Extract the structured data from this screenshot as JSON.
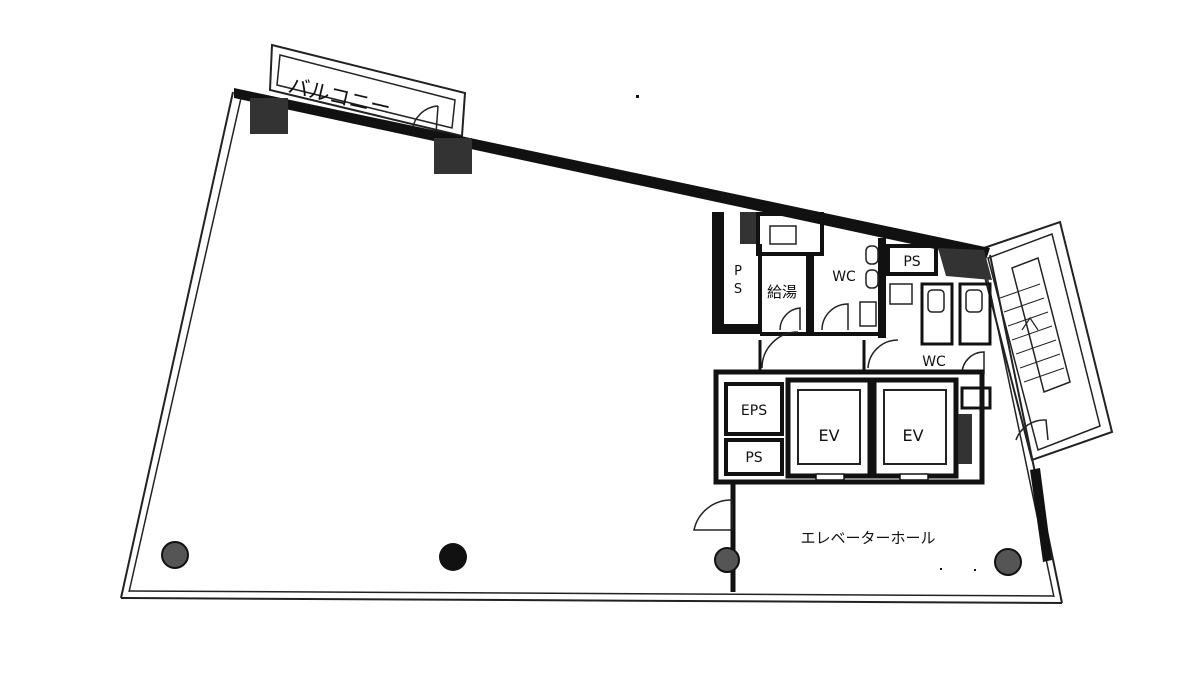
{
  "labels": {
    "balcony": "バルコニー",
    "ps_vertical_top": "P",
    "ps_vertical_bottom": "S",
    "kyuto": "給湯",
    "wc_left": "WC",
    "ps_small": "PS",
    "wc_right": "WC",
    "eps": "EPS",
    "ps_bottom": "PS",
    "ev_left": "EV",
    "ev_right": "EV",
    "elevator_hall": "エレベーターホール"
  }
}
